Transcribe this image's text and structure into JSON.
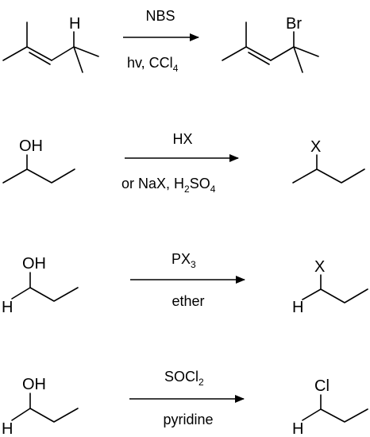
{
  "reactions": [
    {
      "reactant_label": "H",
      "reagent_top": "NBS",
      "reagent_bottom": {
        "main": "hv, CCl",
        "sub": "4",
        "tail": ""
      },
      "product_label": "Br"
    },
    {
      "reactant_label": "OH",
      "reagent_top": {
        "main": "HX",
        "sub": "",
        "tail": ""
      },
      "reagent_bottom": {
        "main": "or NaX, H",
        "sub": "2",
        "mid": "SO",
        "sub2": "4"
      },
      "product_label": "X"
    },
    {
      "reactant_label": "OH",
      "reactant_h": "H",
      "reagent_top": {
        "main": "PX",
        "sub": "3"
      },
      "reagent_bottom": "ether",
      "product_label": "X",
      "product_h": "H"
    },
    {
      "reactant_label": "OH",
      "reactant_h": "H",
      "reagent_top": {
        "main": "SOCl",
        "sub": "2"
      },
      "reagent_bottom": "pyridine",
      "product_label": "Cl",
      "product_h": "H"
    }
  ]
}
